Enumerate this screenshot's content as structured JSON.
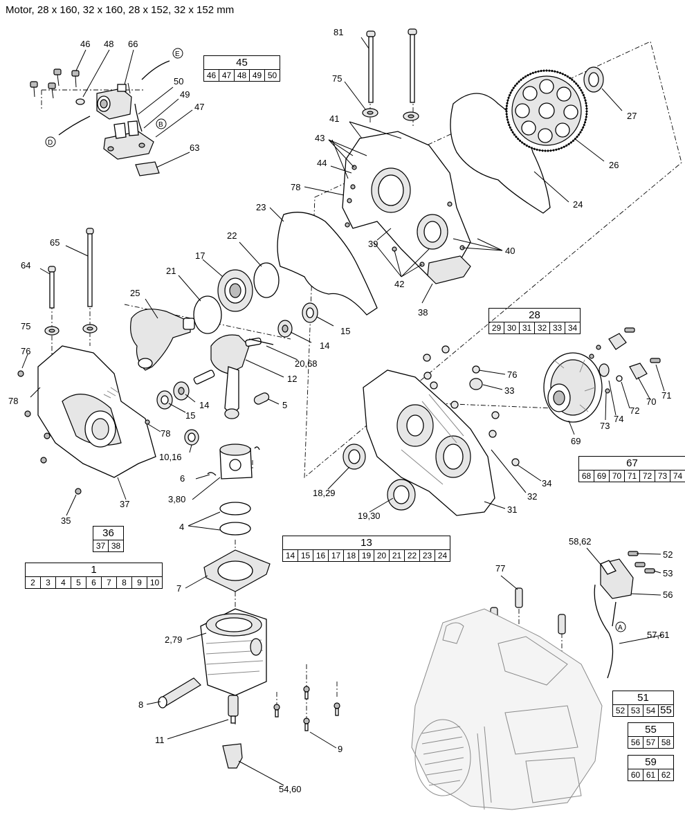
{
  "title": "Motor, 28 x 160, 32 x 160, 28 x 152, 32 x 152 mm",
  "labels": [
    {
      "id": "l81",
      "text": "81"
    },
    {
      "id": "l75a",
      "text": "75"
    },
    {
      "id": "l41",
      "text": "41"
    },
    {
      "id": "l43",
      "text": "43"
    },
    {
      "id": "l44",
      "text": "44"
    },
    {
      "id": "l78a",
      "text": "78"
    },
    {
      "id": "l27",
      "text": "27"
    },
    {
      "id": "l26",
      "text": "26"
    },
    {
      "id": "l24",
      "text": "24"
    },
    {
      "id": "l23",
      "text": "23"
    },
    {
      "id": "l22",
      "text": "22"
    },
    {
      "id": "l39",
      "text": "39"
    },
    {
      "id": "l40",
      "text": "40"
    },
    {
      "id": "l42",
      "text": "42"
    },
    {
      "id": "l38",
      "text": "38"
    },
    {
      "id": "l46",
      "text": "46"
    },
    {
      "id": "l48",
      "text": "48"
    },
    {
      "id": "l66",
      "text": "66"
    },
    {
      "id": "l50",
      "text": "50"
    },
    {
      "id": "l49",
      "text": "49"
    },
    {
      "id": "l47",
      "text": "47"
    },
    {
      "id": "l63",
      "text": "63"
    },
    {
      "id": "l65",
      "text": "65"
    },
    {
      "id": "l64",
      "text": "64"
    },
    {
      "id": "l75b",
      "text": "75"
    },
    {
      "id": "l76a",
      "text": "76"
    },
    {
      "id": "l21",
      "text": "21"
    },
    {
      "id": "l17",
      "text": "17"
    },
    {
      "id": "l25",
      "text": "25"
    },
    {
      "id": "l15a",
      "text": "15"
    },
    {
      "id": "l14a",
      "text": "14"
    },
    {
      "id": "l2068",
      "text": "20,68"
    },
    {
      "id": "l12",
      "text": "12"
    },
    {
      "id": "l5",
      "text": "5"
    },
    {
      "id": "l14b",
      "text": "14"
    },
    {
      "id": "l15b",
      "text": "15"
    },
    {
      "id": "l78b",
      "text": "78"
    },
    {
      "id": "l78c",
      "text": "78"
    },
    {
      "id": "l1016",
      "text": "10,16"
    },
    {
      "id": "l6",
      "text": "6"
    },
    {
      "id": "l380",
      "text": "3,80"
    },
    {
      "id": "l4",
      "text": "4"
    },
    {
      "id": "l37",
      "text": "37"
    },
    {
      "id": "l35",
      "text": "35"
    },
    {
      "id": "l7",
      "text": "7"
    },
    {
      "id": "l279",
      "text": "2,79"
    },
    {
      "id": "l8",
      "text": "8"
    },
    {
      "id": "l11",
      "text": "11"
    },
    {
      "id": "l9",
      "text": "9"
    },
    {
      "id": "l5460",
      "text": "54,60"
    },
    {
      "id": "l76b",
      "text": "76"
    },
    {
      "id": "l33",
      "text": "33"
    },
    {
      "id": "l1829",
      "text": "18,29"
    },
    {
      "id": "l1930",
      "text": "19,30"
    },
    {
      "id": "l31",
      "text": "31"
    },
    {
      "id": "l32",
      "text": "32"
    },
    {
      "id": "l34",
      "text": "34"
    },
    {
      "id": "l69",
      "text": "69"
    },
    {
      "id": "l73",
      "text": "73"
    },
    {
      "id": "l74",
      "text": "74"
    },
    {
      "id": "l72",
      "text": "72"
    },
    {
      "id": "l70",
      "text": "70"
    },
    {
      "id": "l71",
      "text": "71"
    },
    {
      "id": "l77",
      "text": "77"
    },
    {
      "id": "l5862",
      "text": "58,62"
    },
    {
      "id": "l52",
      "text": "52"
    },
    {
      "id": "l53",
      "text": "53"
    },
    {
      "id": "l56",
      "text": "56"
    },
    {
      "id": "l5761",
      "text": "57,61"
    }
  ],
  "markers": [
    {
      "id": "mE",
      "text": "E"
    },
    {
      "id": "mB",
      "text": "B"
    },
    {
      "id": "mD",
      "text": "D"
    },
    {
      "id": "mA",
      "text": "A"
    }
  ],
  "groups": {
    "g45": {
      "head": "45",
      "items": [
        "46",
        "47",
        "48",
        "49",
        "50"
      ]
    },
    "g28": {
      "head": "28",
      "items": [
        "29",
        "30",
        "31",
        "32",
        "33",
        "34"
      ]
    },
    "g67": {
      "head": "67",
      "items": [
        "68",
        "69",
        "70",
        "71",
        "72",
        "73",
        "74"
      ]
    },
    "g36": {
      "head": "36",
      "items": [
        "37",
        "38"
      ]
    },
    "g13": {
      "head": "13",
      "items": [
        "14",
        "15",
        "16",
        "17",
        "18",
        "19",
        "20",
        "21",
        "22",
        "23",
        "24"
      ]
    },
    "g1": {
      "head": "1",
      "items": [
        "2",
        "3",
        "4",
        "5",
        "6",
        "7",
        "8",
        "9",
        "10"
      ]
    },
    "g51": {
      "head": "51",
      "items": [
        "52",
        "53",
        "54",
        "55"
      ]
    },
    "g55": {
      "head": "55",
      "items": [
        "56",
        "57",
        "58"
      ]
    },
    "g59": {
      "head": "59",
      "items": [
        "60",
        "61",
        "62"
      ]
    }
  }
}
